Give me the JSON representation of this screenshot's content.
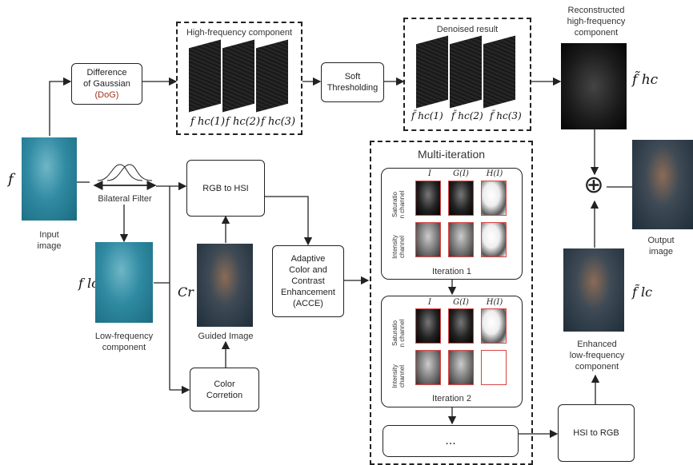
{
  "input": {
    "symbol": "f",
    "label": "Input\nimage"
  },
  "dog": {
    "label": "Difference\nof Gaussian",
    "abbr": "(DoG)",
    "abbr_color": "#a0331f"
  },
  "hf_component": {
    "title": "High-frequency component",
    "labels": [
      "f hc(1)",
      "f hc(2)",
      "f hc(3)"
    ]
  },
  "soft_thresholding": {
    "label": "Soft\nThresholding"
  },
  "denoised": {
    "title": "Denoised result",
    "labels": [
      "f̃ hc(1)",
      "f̃ hc(2)",
      "f̃ hc(3)"
    ]
  },
  "reconstructed": {
    "label": "Reconstructed\nhigh-frequency\ncomponent",
    "symbol": "f̃ hc"
  },
  "bilateral": {
    "label": "Bilateral Filter"
  },
  "rgb_to_hsi": {
    "label": "RGB to HSI"
  },
  "lowfreq": {
    "symbol": "f lc",
    "label": "Low-frequency\ncomponent"
  },
  "guided": {
    "symbol": "Cr",
    "label": "Guided Image"
  },
  "acce": {
    "label": "Adaptive\nColor and\nContrast\nEnhancement\n(ACCE)"
  },
  "color_correction": {
    "label": "Color\nCorretion"
  },
  "multi_iteration": {
    "title": "Multi-iteration",
    "col_headers": [
      "I",
      "G(I)",
      "H(I)"
    ],
    "row_labels": [
      "Saturatio\nn channel",
      "Intensity\nchannel"
    ],
    "iterations": [
      "Iteration 1",
      "Iteration 2"
    ],
    "ellipsis": "..."
  },
  "hsi_to_rgb": {
    "label": "HSI to RGB"
  },
  "enhanced_lf": {
    "symbol": "f̃ lc",
    "label": "Enhanced\nlow-frequency\ncomponent"
  },
  "output": {
    "label": "Output\nimage",
    "plus": "⊕"
  }
}
